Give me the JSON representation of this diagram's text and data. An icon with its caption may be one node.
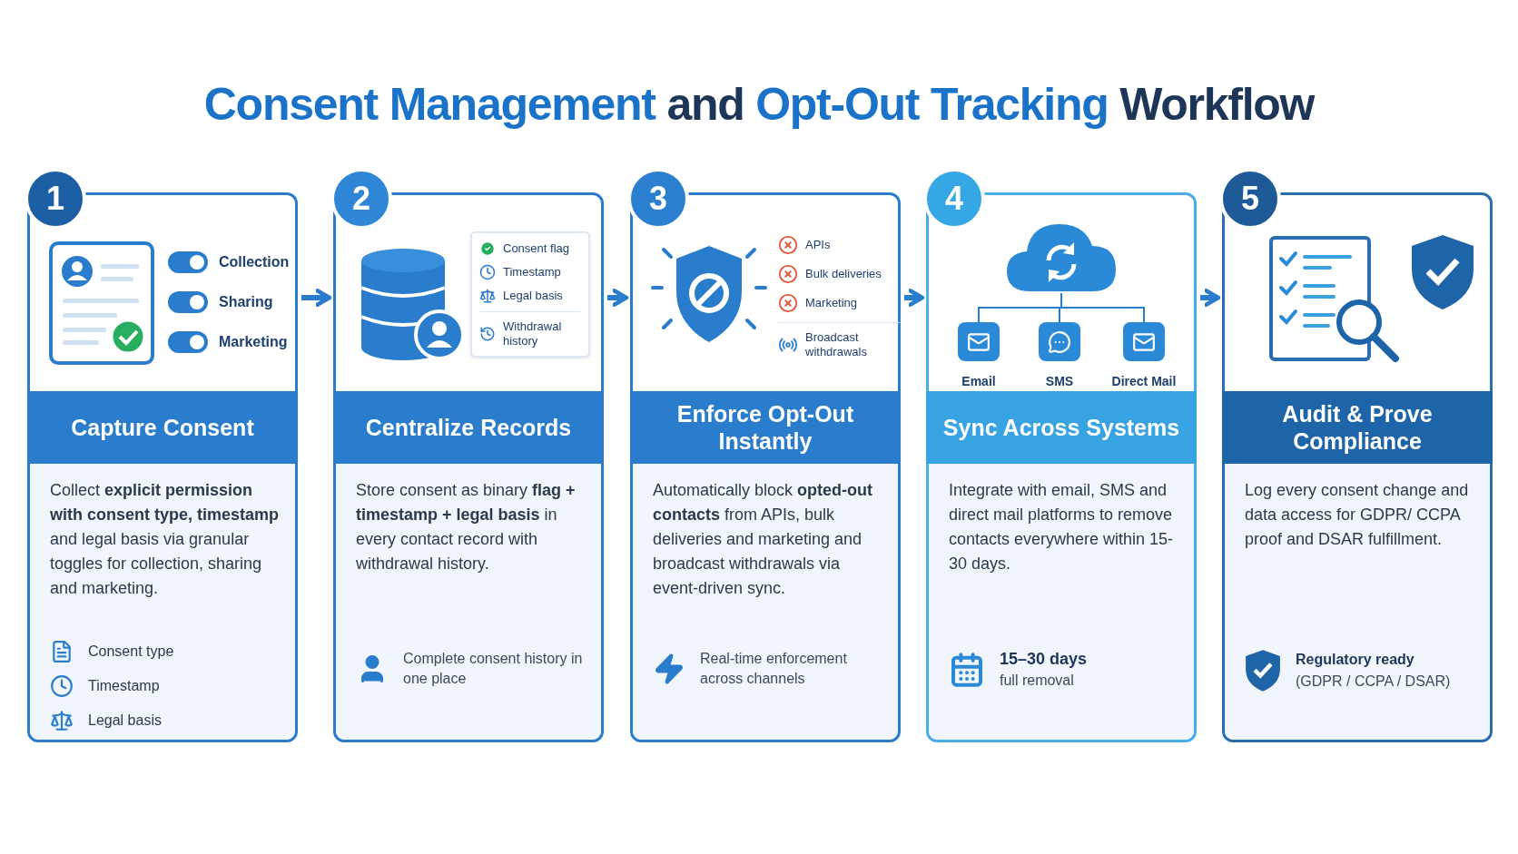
{
  "diagram": {
    "title": "**Consent Management** and **Opt-Out Tracking** Workflow",
    "nodes": [
      {
        "text": [
          "1",
          "Collection",
          "Sharing",
          "Marketing",
          "Capture Consent",
          "Collect **explicit permission with consent type, timestamp** and legal basis via granular toggles for collection, sharing and marketing.",
          "Consent type",
          "Timestamp",
          "Legal basis"
        ]
      },
      {
        "text": [
          "2",
          "Consent flag",
          "Timestamp",
          "Legal basis",
          "Withdrawal history",
          "Centralize Records",
          "Store consent as binary **flag + timestamp + legal basis** in every contact record with withdrawal history.",
          "Complete consent history in one place"
        ]
      },
      {
        "text": [
          "3",
          "APIs",
          "Bulk deliveries",
          "Marketing",
          "Broadcast withdrawals",
          "Enforce Opt-Out Instantly",
          "Automatically block **opted-out contacts** from APIs, bulk deliveries and marketing and broadcast withdrawals via event-driven sync.",
          "Real-time enforcement across channels"
        ]
      },
      {
        "text": [
          "4",
          "Sync Across Systems",
          "Integrate with email, SMS and direct mail platforms to remove contacts everywhere within 15-30 days.",
          "15–30 days",
          "full removal"
        ]
      },
      {
        "text": [],
        "shape": "cloud",
        "in": 3
      },
      {
        "text": [
          "Email"
        ],
        "in": 3
      },
      {
        "text": [
          "SMS"
        ],
        "in": 3
      },
      {
        "text": [
          "Direct Mail"
        ],
        "in": 3
      },
      {
        "text": [
          "5",
          "Audit & Prove Compliance",
          "Log every consent change and data access for GDPR/ CCPA proof and DSAR fulfillment.",
          "Regulatory ready",
          "(GDPR / CCPA / DSAR)"
        ]
      }
    ],
    "edges": [
      {
        "from": 0,
        "to": 1,
        "arrow": "to"
      },
      {
        "from": 1,
        "to": 2,
        "arrow": "to"
      },
      {
        "from": 2,
        "to": 3,
        "arrow": "to"
      },
      {
        "from": 3,
        "to": 8,
        "arrow": "to"
      },
      {
        "from": 4,
        "to": 5,
        "arrow": "none"
      },
      {
        "from": 4,
        "to": 6,
        "arrow": "none"
      },
      {
        "from": 4,
        "to": 7,
        "arrow": "none"
      }
    ]
  }
}
